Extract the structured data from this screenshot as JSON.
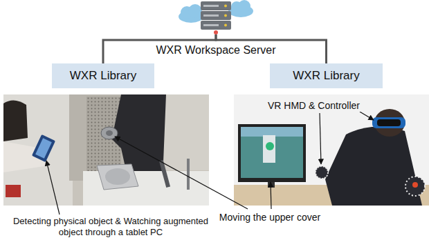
{
  "diagram": {
    "nodes": [
      {
        "text": [
          "WXR Workspace Server"
        ]
      },
      {
        "text": [
          "WXR Library"
        ]
      },
      {
        "text": [
          "WXR Library"
        ]
      }
    ],
    "edges": [
      {
        "from": 0,
        "to": 1,
        "arrow": "none"
      },
      {
        "from": 0,
        "to": 2,
        "arrow": "none"
      }
    ],
    "labels": [
      "VR HMD & Controller",
      "Moving the upper cover",
      "Detecting physical object & Watching augmented object through a tablet PC"
    ]
  }
}
